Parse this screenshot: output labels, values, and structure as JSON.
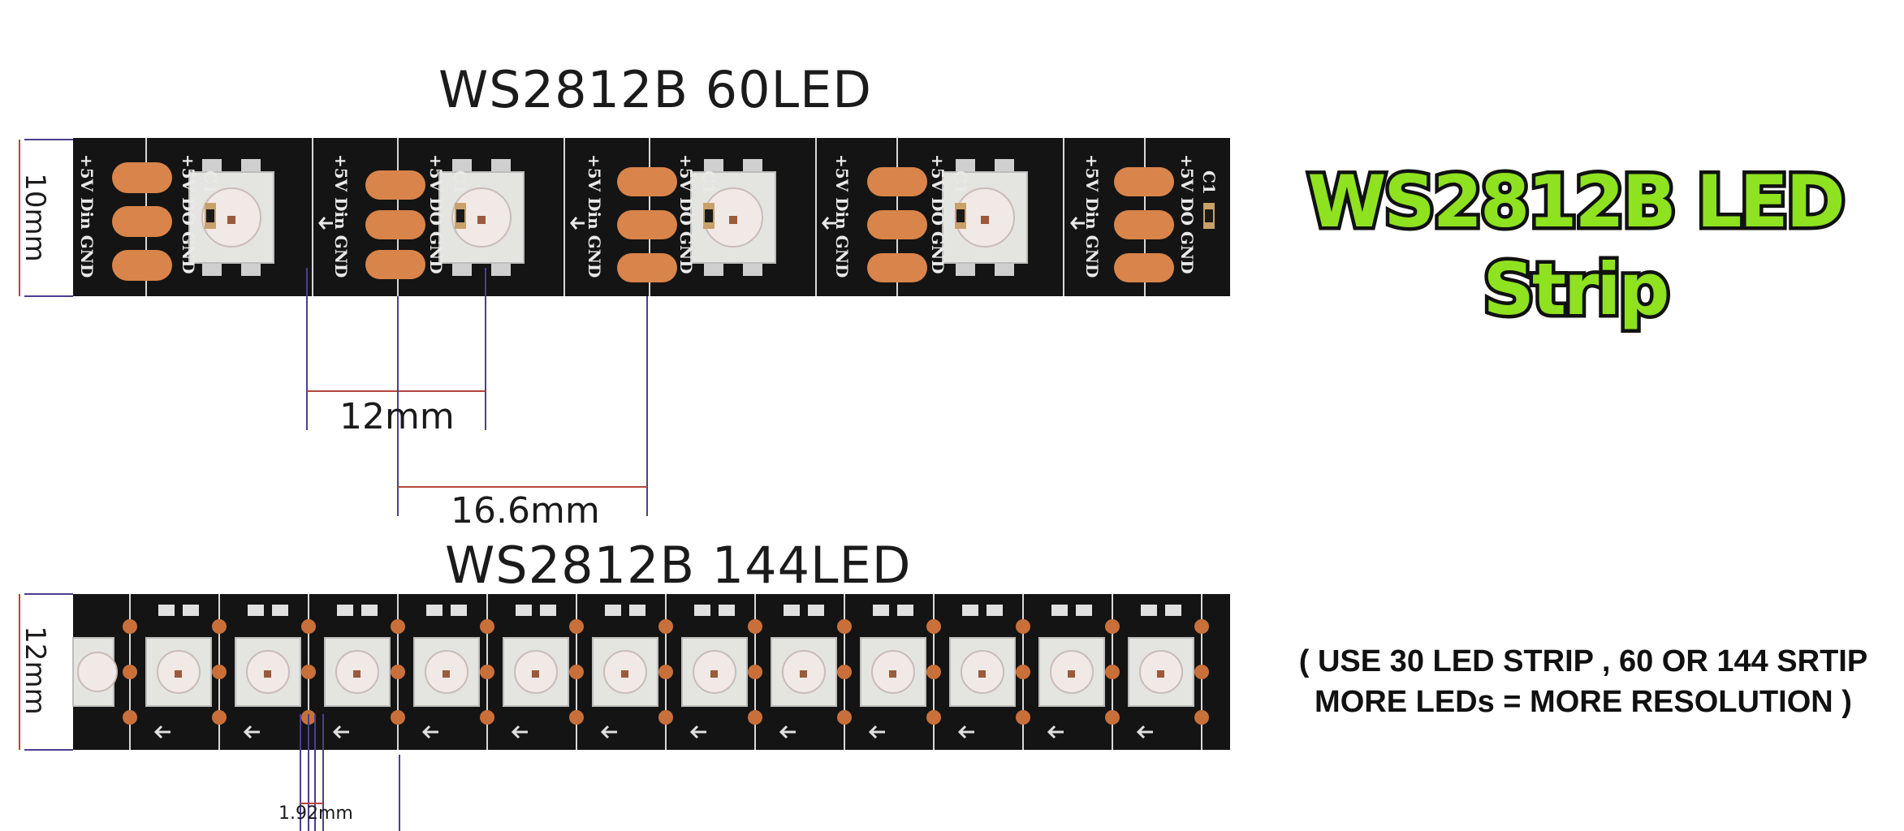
{
  "strips": [
    {
      "title": "WS2812B 60LED",
      "width_label": "10mm",
      "pitch_label": "12mm",
      "spacing_label": "16.6mm",
      "pcb_labels": {
        "pin_5v": "+5V",
        "pin_din": "Din",
        "pin_gnd": "GND",
        "pin_do": "DO",
        "cap": "C1"
      }
    },
    {
      "title": "WS2812B 144LED",
      "width_label": "12mm",
      "pitch_label": "1.92mm"
    }
  ],
  "headline": {
    "line1": "WS2812B LED",
    "line2": "Strip"
  },
  "note": {
    "line1": "( USE 30 LED STRIP , 60 OR 144 SRTIP",
    "line2": "MORE LEDs = MORE RESOLUTION )"
  },
  "colors": {
    "pcb": "#141414",
    "pad": "#d9844a",
    "led_body": "#e4e4e0",
    "dimension_line": "#4b3f8e",
    "dimension_line_red": "#b5453c",
    "headline_fill": "#8ee21f",
    "headline_outline": "#111111"
  }
}
